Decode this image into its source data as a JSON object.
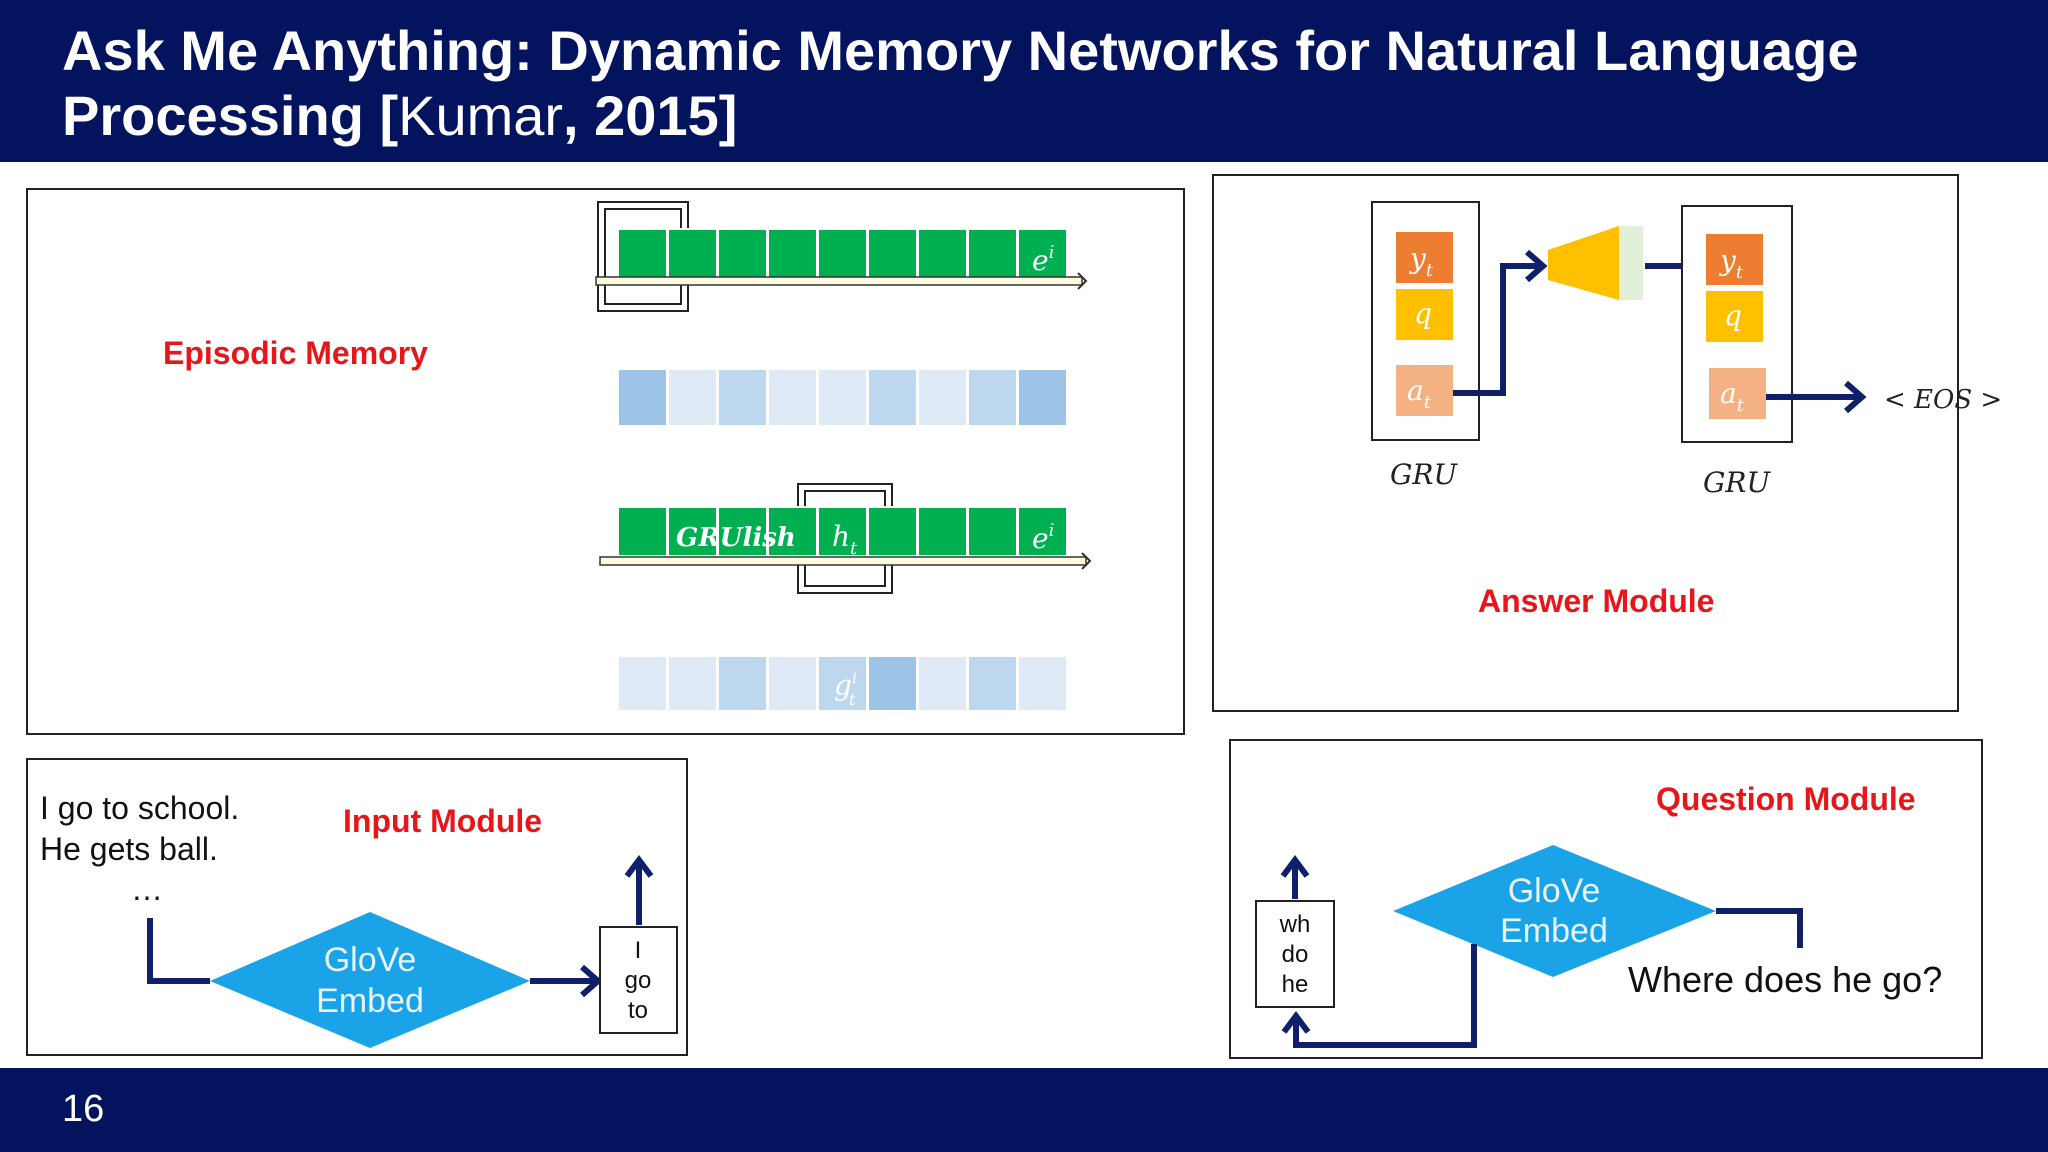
{
  "slide": {
    "title_line1": "Ask Me Anything: Dynamic Memory Networks for Natural Language",
    "title_line2_bold": "Processing [",
    "title_line2_normal": "Kumar",
    "title_line2_tail": ", 2015]",
    "page_number": "16"
  },
  "colors": {
    "header_bg": "#03135e",
    "module_label": "#e8161b",
    "memory_cell": "#00b050",
    "glove": "#1ba3e8",
    "arrow": "#0f1f6a",
    "y_cell": "#ed7d31",
    "q_cell": "#ffc000",
    "a_cell": "#f4b183",
    "decoder": "#ffc000"
  },
  "episodic": {
    "label": "Episodic Memory",
    "ei_1": "e",
    "ei_1_sup": "i",
    "gru_label": "GRUlish",
    "ht": "h",
    "ht_sub": "t",
    "ei_2": "e",
    "ei_2_sup": "i",
    "gt": "g",
    "gt_sup": "i",
    "gt_sub": "t"
  },
  "answer": {
    "label": "Answer Module",
    "yt": "y",
    "yt_sub": "t",
    "q": "q",
    "at": "a",
    "at_sub": "t",
    "gru1": "GRU",
    "gru2": "GRU",
    "eos": "< EOS >"
  },
  "input": {
    "label": "Input Module",
    "text_line1": "I go to school.",
    "text_line2": "He gets ball.",
    "text_line3": "…",
    "glove_line1": "GloVe",
    "glove_line2": "Embed",
    "out_word1": "I",
    "out_word2": "go",
    "out_word3": "to"
  },
  "question": {
    "label": "Question Module",
    "glove_line1": "GloVe",
    "glove_line2": "Embed",
    "question_text": "Where does he go?",
    "out_word1": "wh",
    "out_word2": "do",
    "out_word3": "he"
  }
}
